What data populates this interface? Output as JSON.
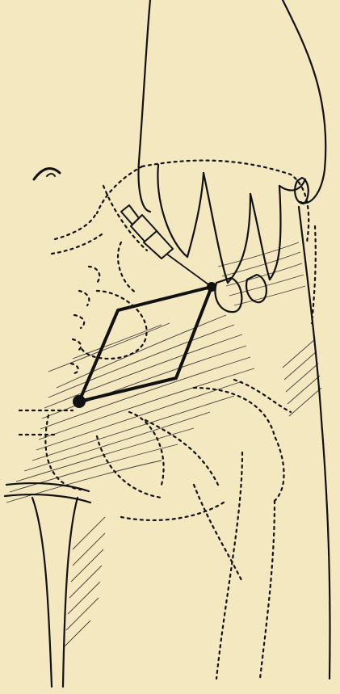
{
  "figure": {
    "kind": "anatomical-line-illustration",
    "background_color": "#f4e8c1",
    "ink_color": "#111111",
    "elements": [
      "examiner-hand-icon",
      "syringe-icon",
      "quadrilateral-marker",
      "dotted-organ-outlines",
      "hatched-muscle-shading",
      "thigh-outline",
      "eye-glyph"
    ]
  }
}
